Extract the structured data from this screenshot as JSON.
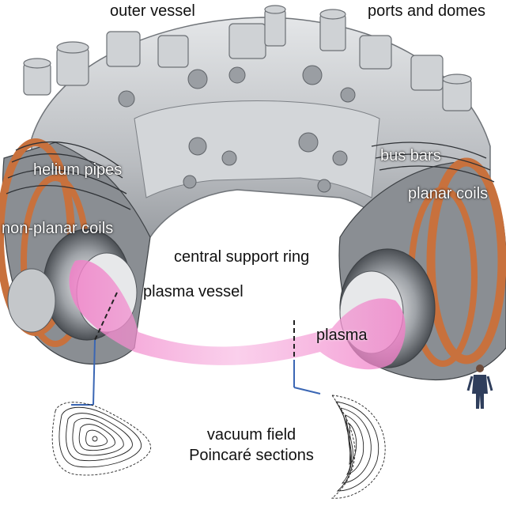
{
  "labels": {
    "outer_vessel": "outer vessel",
    "ports_and_domes": "ports and domes",
    "helium_pipes": "helium pipes",
    "bus_bars": "bus bars",
    "planar_coils": "planar coils",
    "non_planar_coils": "non-planar coils",
    "central_support_ring": "central support ring",
    "plasma_vessel": "plasma vessel",
    "plasma": "plasma"
  },
  "caption": {
    "line1": "vacuum field",
    "line2": "Poincaré sections"
  },
  "colors": {
    "vessel_gray": "#b9bcc0",
    "coil_orange": "#c8713d",
    "plasma_pink": "#f07fc7",
    "section_line_blue": "#3a66b4",
    "text": "#111111"
  },
  "icons": {
    "human_scale": "human-figure-icon"
  }
}
